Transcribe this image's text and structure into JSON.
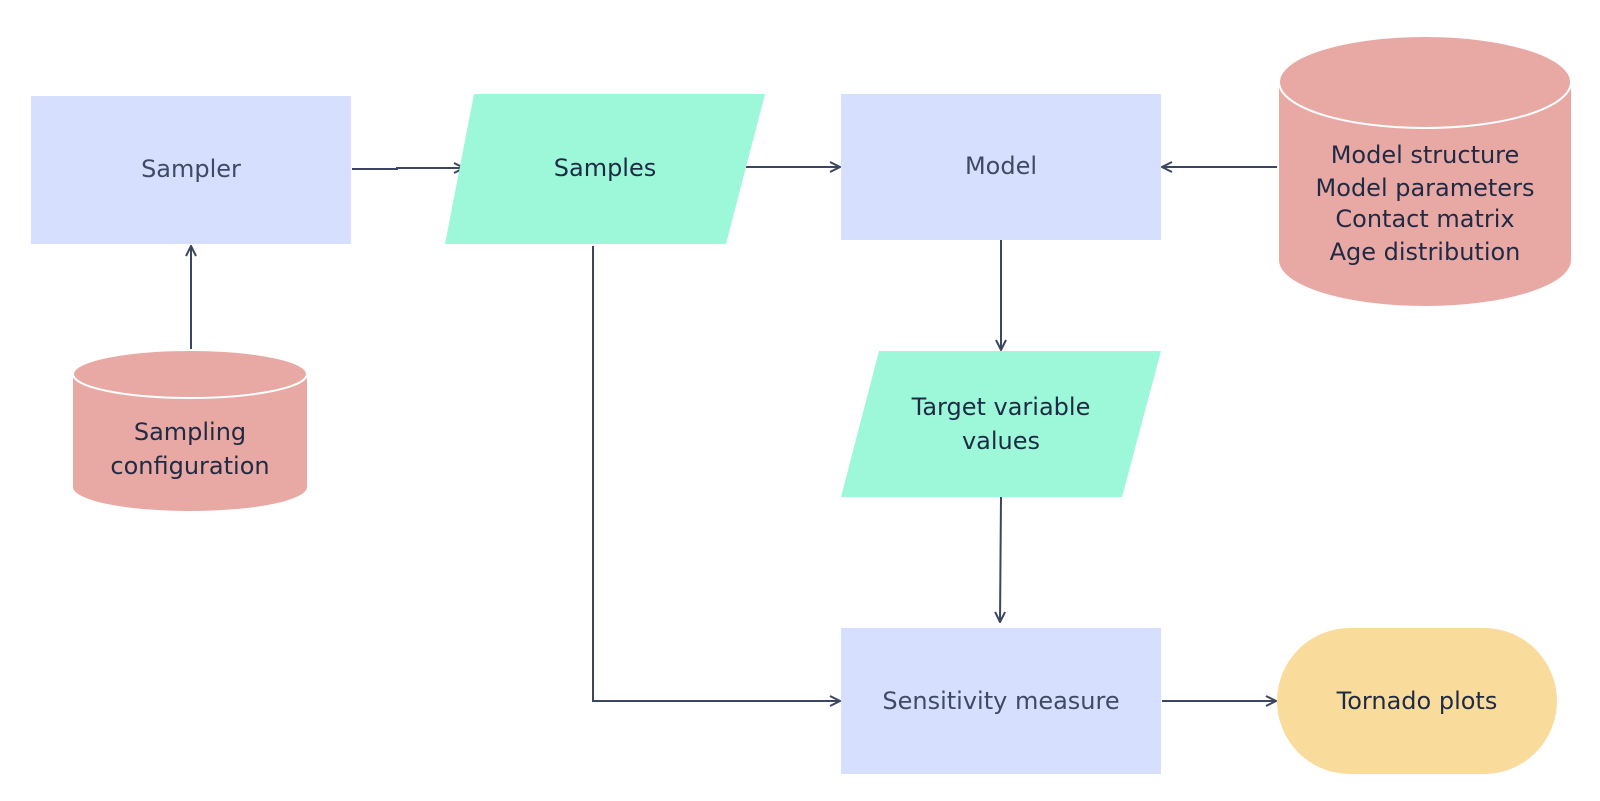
{
  "nodes": {
    "sampler": {
      "label": "Sampler",
      "color": "#d6e0fe"
    },
    "samples": {
      "label": "Samples",
      "color": "#9cf8d8"
    },
    "model": {
      "label": "Model",
      "color": "#d6e0fe"
    },
    "model_inputs": {
      "lines": [
        "Model structure",
        "Model parameters",
        "Contact matrix",
        "Age distribution"
      ],
      "color": "#e8a9a4"
    },
    "sampling_config": {
      "lines": [
        "Sampling",
        "configuration"
      ],
      "color": "#e8a9a4"
    },
    "target_values": {
      "lines": [
        "Target variable",
        "values"
      ],
      "color": "#9cf8d8"
    },
    "sensitivity": {
      "label": "Sensitivity measure",
      "color": "#d6e0fe"
    },
    "tornado": {
      "label": "Tornado plots",
      "color": "#f9dc9c"
    }
  },
  "edges": [
    {
      "from": "sampler",
      "to": "samples"
    },
    {
      "from": "sampling_config",
      "to": "sampler"
    },
    {
      "from": "samples",
      "to": "model"
    },
    {
      "from": "model_inputs",
      "to": "model"
    },
    {
      "from": "model",
      "to": "target_values"
    },
    {
      "from": "target_values",
      "to": "sensitivity"
    },
    {
      "from": "samples",
      "to": "sensitivity"
    },
    {
      "from": "sensitivity",
      "to": "tornado"
    }
  ],
  "colors": {
    "edge": "#3c4660"
  }
}
